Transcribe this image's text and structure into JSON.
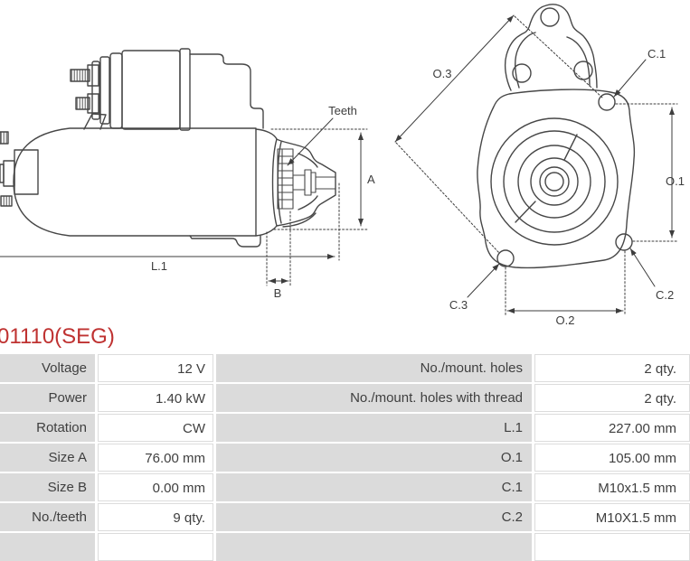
{
  "part_number": "01110(SEG)",
  "colors": {
    "accent_red": "#bf3231",
    "table_label_bg": "#dbdbdb",
    "table_border": "#dcdcdc",
    "text": "#3f3f3f",
    "drawing_line": "#474747"
  },
  "diagrams": {
    "side_view": {
      "labels": {
        "teeth": "Teeth",
        "a": "A",
        "b": "B",
        "l1": "L.1"
      }
    },
    "front_view": {
      "labels": {
        "o1": "O.1",
        "o2": "O.2",
        "o3": "O.3",
        "c1": "C.1",
        "c2": "C.2",
        "c3": "C.3"
      }
    }
  },
  "table": {
    "rows": [
      {
        "label_left": "Voltage",
        "value_left": "12 V",
        "label_right": "No./mount. holes",
        "value_right": "2 qty."
      },
      {
        "label_left": "Power",
        "value_left": "1.40 kW",
        "label_right": "No./mount. holes with thread",
        "value_right": "2 qty."
      },
      {
        "label_left": "Rotation",
        "value_left": "CW",
        "label_right": "L.1",
        "value_right": "227.00 mm"
      },
      {
        "label_left": "Size A",
        "value_left": "76.00 mm",
        "label_right": "O.1",
        "value_right": "105.00 mm"
      },
      {
        "label_left": "Size B",
        "value_left": "0.00 mm",
        "label_right": "C.1",
        "value_right": "M10x1.5 mm"
      },
      {
        "label_left": "No./teeth",
        "value_left": "9 qty.",
        "label_right": "C.2",
        "value_right": "M10X1.5 mm"
      }
    ]
  }
}
